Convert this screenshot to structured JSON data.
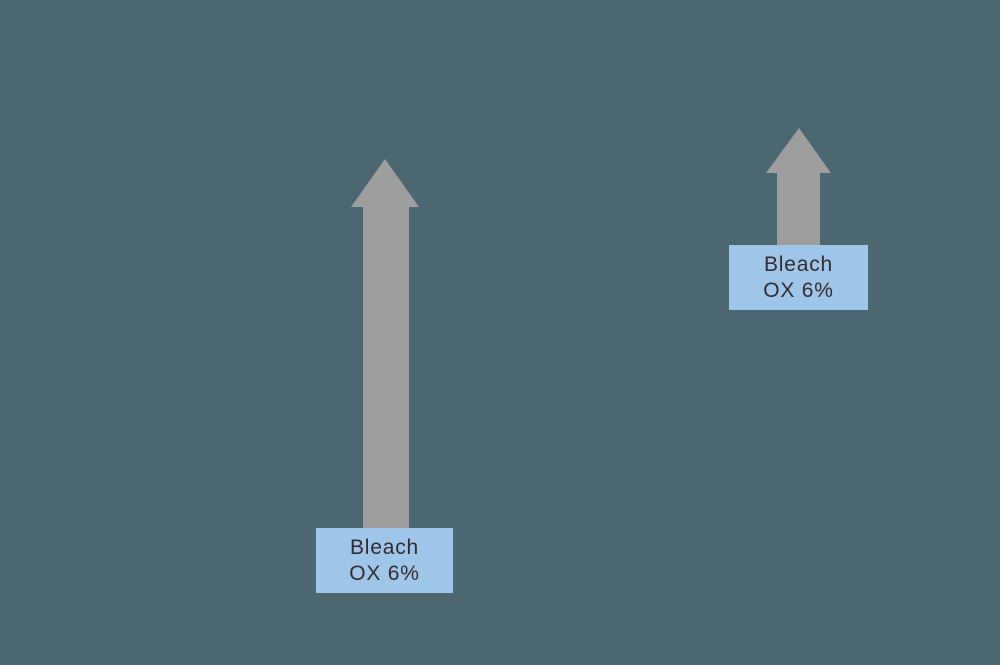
{
  "colors": {
    "background": "#4D6770",
    "arrow": "#9E9E9E",
    "box_fill": "#9FC5E8",
    "label_text": "#322D2E"
  },
  "items": [
    {
      "id": "bleach-left",
      "line1": "Bleach",
      "line2": "OX 6%"
    },
    {
      "id": "bleach-right",
      "line1": "Bleach",
      "line2": "OX 6%"
    }
  ]
}
